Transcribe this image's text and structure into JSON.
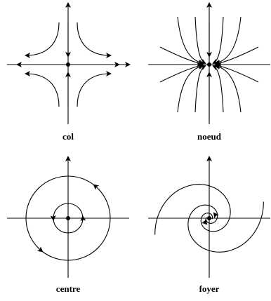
{
  "panels": [
    {
      "id": "col",
      "label": "col"
    },
    {
      "id": "noeud",
      "label": "noeud"
    },
    {
      "id": "centre",
      "label": "centre"
    },
    {
      "id": "foyer",
      "label": "foyer"
    }
  ],
  "style": {
    "stroke_color": "#000000",
    "background": "#ffffff"
  }
}
